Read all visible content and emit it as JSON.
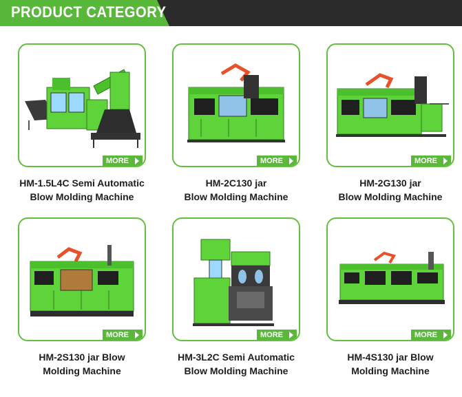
{
  "header": {
    "title": "PRODUCT CATEGORY"
  },
  "colors": {
    "accent": "#5bb83c",
    "header_dark": "#2b2b2b",
    "machine_green": "#5fd43a"
  },
  "products": [
    {
      "line1": "HM-1.5L4C Semi Automatic",
      "line2": "Blow Molding Machine",
      "more": "MORE"
    },
    {
      "line1": "HM-2C130 jar",
      "line2": "Blow Molding Machine",
      "more": "MORE"
    },
    {
      "line1": "HM-2G130 jar",
      "line2": "Blow Molding Machine",
      "more": "MORE"
    },
    {
      "line1": "HM-2S130 jar  Blow",
      "line2": "Molding Machine",
      "more": "MORE"
    },
    {
      "line1": "HM-3L2C Semi Automatic",
      "line2": "Blow Molding Machine",
      "more": "MORE"
    },
    {
      "line1": "HM-4S130 jar  Blow",
      "line2": "Molding Machine",
      "more": "MORE"
    }
  ]
}
